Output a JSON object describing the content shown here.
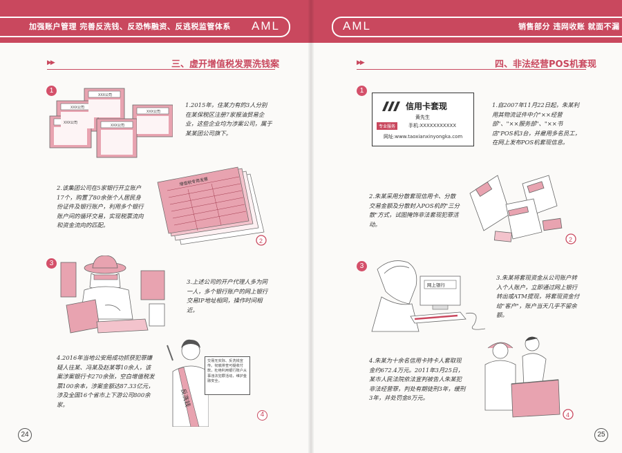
{
  "left_page": {
    "header_text": "加强账户管理 完善反洗钱、反恐怖融资、反逃税监管体系",
    "aml": "AML",
    "section_title": "三、虚开增值税发票洗钱案",
    "steps": [
      {
        "num": "1",
        "text": "1.2015年，住某力有的3人分别在某保税区注册7家报油贸易企业，这些企业均为涉案公司，属于某某团公司旗下。"
      },
      {
        "num": "2",
        "text": "2.该集团公司在5家银行开立账户17个，购置了80余张个人居民身份证件及银行账户，利用多个银行账户间的循环交易，实现税票流向和资金流向的匹配。"
      },
      {
        "num": "3",
        "text": "3.上述公司的开户代理人多为同一人，多个银行账户的网上银行交易IP地址相同，操作时间相近。"
      },
      {
        "num": "4",
        "text": "4.2016年当地公安局成功抓获犯罪嫌疑人往某、冯某及赵某等10余人，该案涉案银行卡270余张，空白增值税发票100余本，涉案金额达87.33亿元，涉及全国16个省市上下游公司800余家。"
      }
    ],
    "company_labels": [
      "XXX公司",
      "XXX公司",
      "XXX公司",
      "XXX公司",
      "XXX公司"
    ],
    "invoice_label": "增值税专用发票",
    "sash_text": "反洗钱",
    "note_text": "交易无实际、反洗钱宣传。彻底排查可疑收付款，杜绝利用银行账户从事违法犯罪活动，维护金融安全。",
    "page_number": "24"
  },
  "right_page": {
    "header_text": "销售部分 违网收账 就面不漏",
    "aml": "AML",
    "section_title": "四、非法经营POS机套现",
    "ad": {
      "title": "信用卡套现",
      "name": "黄先生",
      "badge": "专业服务",
      "phone": "手机:XXXXXXXXXXX",
      "web": "网址:www.taoxianxinyongka.com"
    },
    "monitor_label": "网上银行",
    "steps": [
      {
        "num": "1",
        "text": "1.自2007年11月22日起，朱某利用其物流证件中介\"××经营部\"、\"××服务部\"、\"××书店\"POS机3台，并雇用多名员工，在网上发布POS机套现信息。"
      },
      {
        "num": "2",
        "text": "2.朱某采用分散套现信用卡、分散交易金额及分散封入POS机的\"三分散\"方式，试图掩饰非法套现犯罪活动。"
      },
      {
        "num": "3",
        "text": "3.朱某将套现资金从公司账户转入个人账户，立即通过网上银行转出或ATM提现，将套现资金付给\"客户\"，账户当天几乎不留余额。"
      },
      {
        "num": "4",
        "text": "4.朱某为十余名信用卡持卡人套取现金约672.4万元。2011年3月25日，某市人民法院依法宣判被告人朱某犯非法经营罪，判处有期徒刑3年，缓刑3年，并处罚金8万元。"
      }
    ],
    "page_number": "25"
  },
  "colors": {
    "accent": "#c9485e",
    "pink_fill": "#e8a3b0",
    "paper": "#fbfaf8"
  }
}
